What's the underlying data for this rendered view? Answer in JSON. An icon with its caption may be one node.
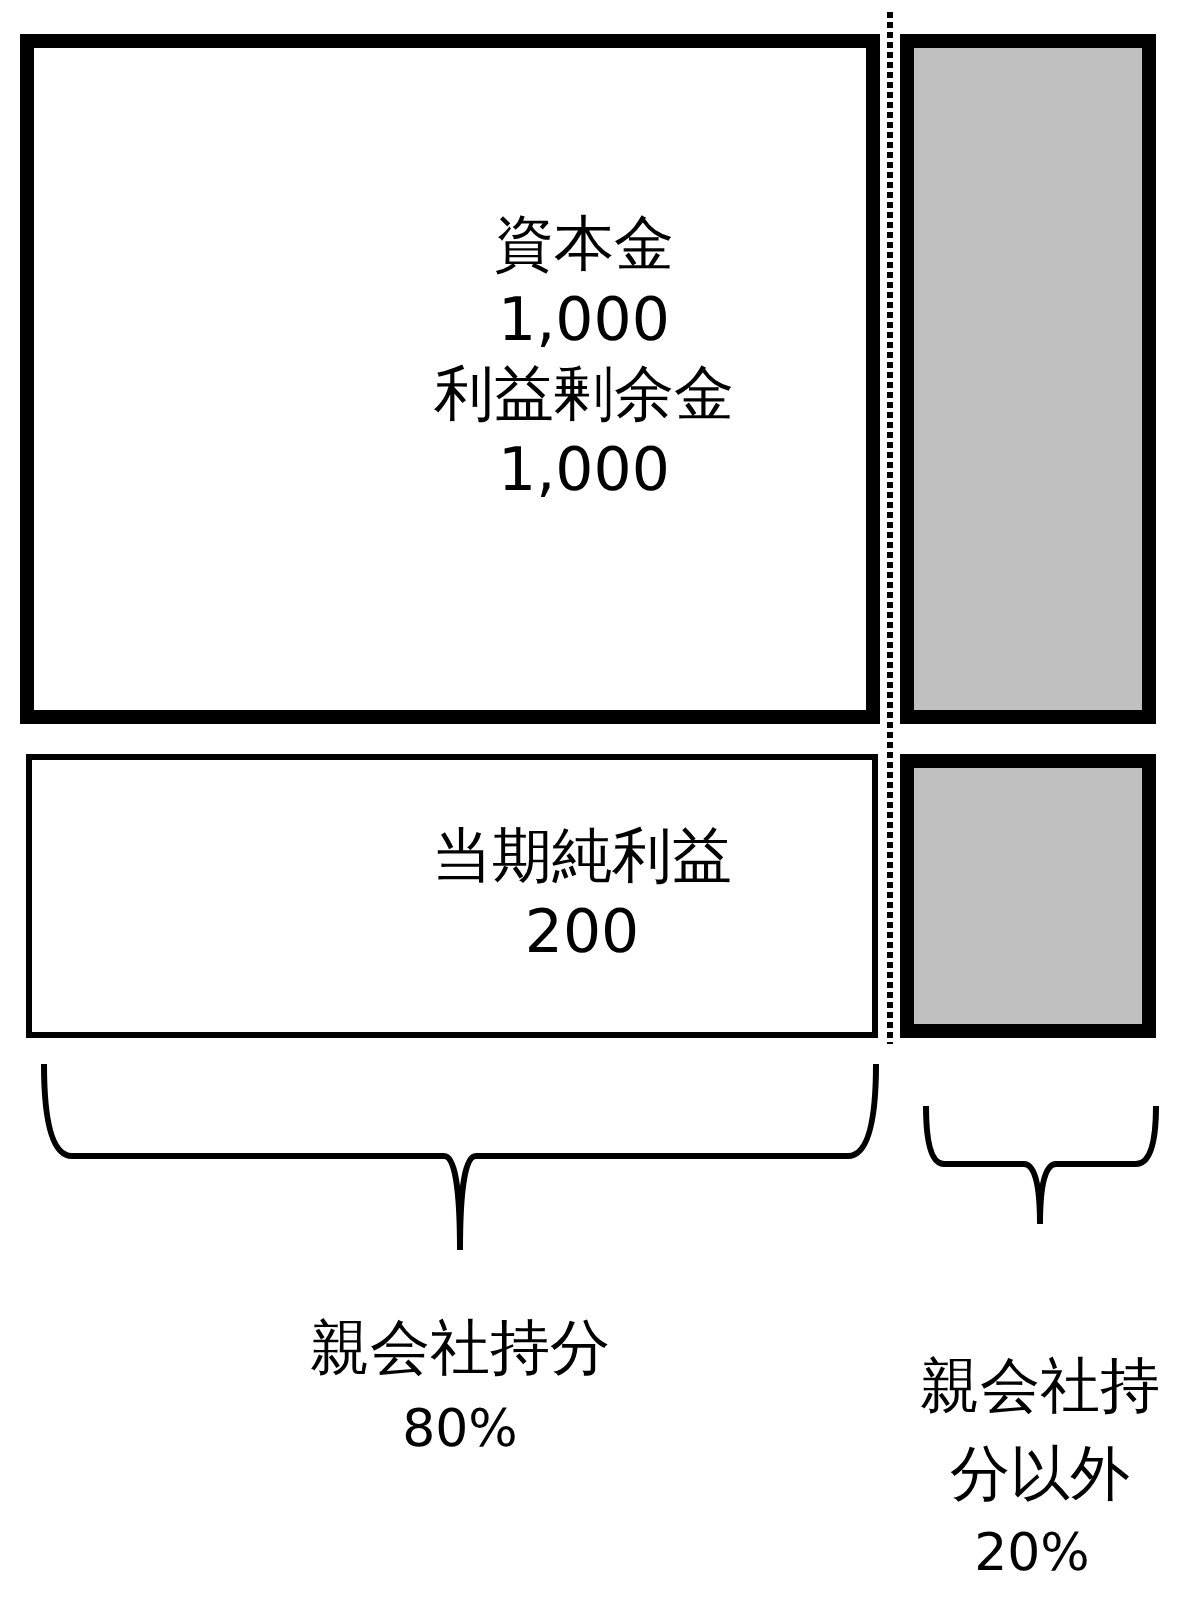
{
  "diagram": {
    "nodes": [
      {
        "text": [
          "資本金",
          "1,000",
          "利益剰余金",
          "1,000"
        ]
      },
      {
        "text": [],
        "shape": "box"
      },
      {
        "text": [
          "当期純利益",
          "200"
        ]
      },
      {
        "text": [],
        "shape": "box"
      }
    ],
    "labels": [
      "親会社持分",
      "80%",
      "親会社持分以外",
      "20%"
    ]
  }
}
